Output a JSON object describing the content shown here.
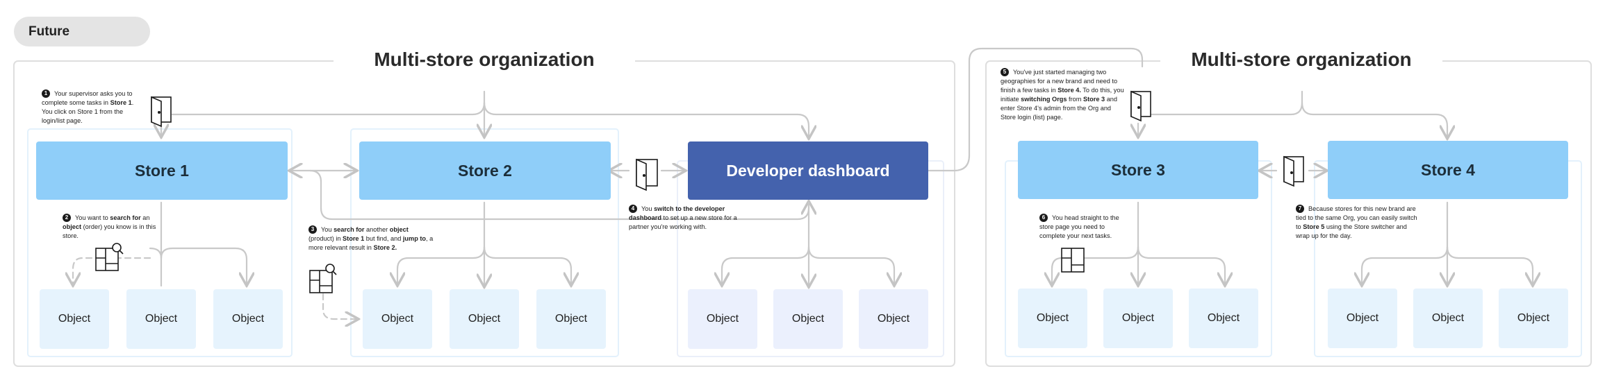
{
  "tag": "Future",
  "sections": [
    {
      "title": "Multi-store organization"
    },
    {
      "title": "Multi-store organization"
    }
  ],
  "stores": [
    {
      "label": "Store 1"
    },
    {
      "label": "Store 2"
    },
    {
      "label": "Developer dashboard"
    },
    {
      "label": "Store 3"
    },
    {
      "label": "Store 4"
    }
  ],
  "objects": [
    "Object",
    "Object",
    "Object",
    "Object",
    "Object",
    "Object",
    "Object",
    "Object",
    "Object",
    "Object",
    "Object",
    "Object",
    "Object",
    "Object",
    "Object"
  ],
  "notes": [
    {
      "num": "1",
      "parts": [
        {
          "t": "Your supervisor asks you to complete some tasks in "
        },
        {
          "t": "Store 1",
          "b": true
        },
        {
          "t": ". You click on Store 1 from the login/list page."
        }
      ]
    },
    {
      "num": "2",
      "parts": [
        {
          "t": "You want to "
        },
        {
          "t": "search for",
          "b": true
        },
        {
          "t": " an "
        },
        {
          "t": "object",
          "b": true
        },
        {
          "t": " (order) you know is in this store."
        }
      ]
    },
    {
      "num": "3",
      "parts": [
        {
          "t": "You "
        },
        {
          "t": "search for",
          "b": true
        },
        {
          "t": " another "
        },
        {
          "t": "object",
          "b": true
        },
        {
          "t": " (product) in "
        },
        {
          "t": "Store 1",
          "b": true
        },
        {
          "t": " but find, and "
        },
        {
          "t": "jump to",
          "b": true
        },
        {
          "t": ", a more relevant result in "
        },
        {
          "t": "Store 2.",
          "b": true
        }
      ]
    },
    {
      "num": "4",
      "parts": [
        {
          "t": "You "
        },
        {
          "t": "switch to the developer dashboard",
          "b": true
        },
        {
          "t": " to set up a new store for a partner you're working with."
        }
      ]
    },
    {
      "num": "5",
      "parts": [
        {
          "t": "You've just started managing two geographies for a new brand and need to finish a few tasks in "
        },
        {
          "t": "Store 4.",
          "b": true
        },
        {
          "t": " To do this, you initiate "
        },
        {
          "t": "switching Orgs",
          "b": true
        },
        {
          "t": " from "
        },
        {
          "t": "Store 3",
          "b": true
        },
        {
          "t": " and enter Store 4's admin from the Org and Store login (list) page."
        }
      ]
    },
    {
      "num": "6",
      "parts": [
        {
          "t": "You head straight to the store page you need to complete your next tasks."
        }
      ]
    },
    {
      "num": "7",
      "parts": [
        {
          "t": "Because stores for this new brand are tied to the same Org, you can easily switch to "
        },
        {
          "t": "Store 5",
          "b": true
        },
        {
          "t": " using the Store switcher and wrap up for the day."
        }
      ]
    }
  ],
  "icons": {
    "door": "door-icon",
    "search": "search-document-icon",
    "document": "document-icon"
  },
  "colors": {
    "store": "#8fcef9",
    "developer_dashboard": "#4462ad",
    "object": "#e6f3fd",
    "connector": "#c9c9c9"
  }
}
